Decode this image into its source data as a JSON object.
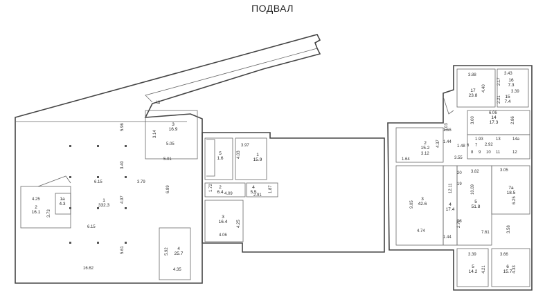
{
  "title": "ПОДВАЛ",
  "rooms": [
    {
      "num": "1",
      "area": "332.3"
    },
    {
      "num": "2",
      "area": "16.1"
    },
    {
      "num": "1a",
      "area": "4.3"
    },
    {
      "num": "3",
      "area": "16.9"
    },
    {
      "num": "4",
      "area": "25.7"
    },
    {
      "num": "5",
      "area": "1.6"
    },
    {
      "num": "1",
      "area": "15.9"
    },
    {
      "num": "2",
      "area": "6.4"
    },
    {
      "num": "4",
      "area": "5.5"
    },
    {
      "num": "3",
      "area": "16.4"
    },
    {
      "num": "2",
      "area": "15.2"
    },
    {
      "num": "3",
      "area": "42.6"
    },
    {
      "num": "4",
      "area": "17.4"
    },
    {
      "num": "5",
      "area": "51.8"
    },
    {
      "num": "7a",
      "area": "18.5"
    },
    {
      "num": "17",
      "area": "23.8"
    },
    {
      "num": "16",
      "area": "7.3"
    },
    {
      "num": "15",
      "area": "7.4"
    },
    {
      "num": "14",
      "area": "17.3"
    },
    {
      "num": "5",
      "area": "14.2"
    },
    {
      "num": "6",
      "area": "15.7"
    }
  ],
  "dimensions": [
    "5.96",
    "3.40",
    "6.15",
    "3.79",
    "4.97",
    "6.89",
    "6.15",
    "5.61",
    "16.62",
    "4.25",
    "3.73",
    "3.14",
    "5.05",
    "5.01",
    "5.92",
    "4.35",
    "3.97",
    "4.03",
    "1.72",
    "4.09",
    "2.91",
    "1.87",
    "4.25",
    "4.06",
    "1.64",
    "3.12",
    "4.37",
    "9.05",
    "4.74",
    "1.56",
    "1.44",
    "1.48",
    "3.55",
    "3.88",
    "3.43",
    "2.17",
    "4.40",
    "2.21",
    "3.39",
    "6.06",
    "3.00",
    "2.86",
    "1.93",
    "2.92",
    "3.82",
    "3.05",
    "10.09",
    "6.25",
    "12.11",
    "2.70",
    "1.44",
    "7.61",
    "3.58",
    "3.39",
    "3.66",
    "4.21",
    "4.33",
    "3.03"
  ],
  "small_labels": [
    "8",
    "9",
    "10",
    "11",
    "12",
    "13",
    "14a",
    "18",
    "19",
    "20",
    "7",
    "6",
    "Ш"
  ]
}
